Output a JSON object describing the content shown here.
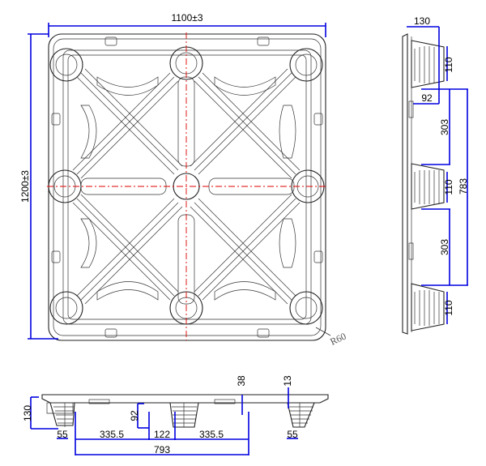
{
  "plan_view": {
    "width_label": "1100±3",
    "length_label": "1200±3",
    "corner_radius_label": "R60"
  },
  "side_view": {
    "height_label": "130",
    "block_depth_label": "92",
    "block_labels": [
      "110",
      "110",
      "110"
    ],
    "gap_labels": [
      "303",
      "303"
    ],
    "overall_label": "783"
  },
  "front_view": {
    "height_label": "130",
    "block_height_label": "92",
    "deck_label": "38",
    "top_label": "13",
    "edge_labels": [
      "55",
      "55"
    ],
    "gap_labels": [
      "335.5",
      "335.5"
    ],
    "center_label": "122",
    "overall_label": "793"
  },
  "colors": {
    "dimension": "#0000e0",
    "centerline": "#e00000"
  }
}
